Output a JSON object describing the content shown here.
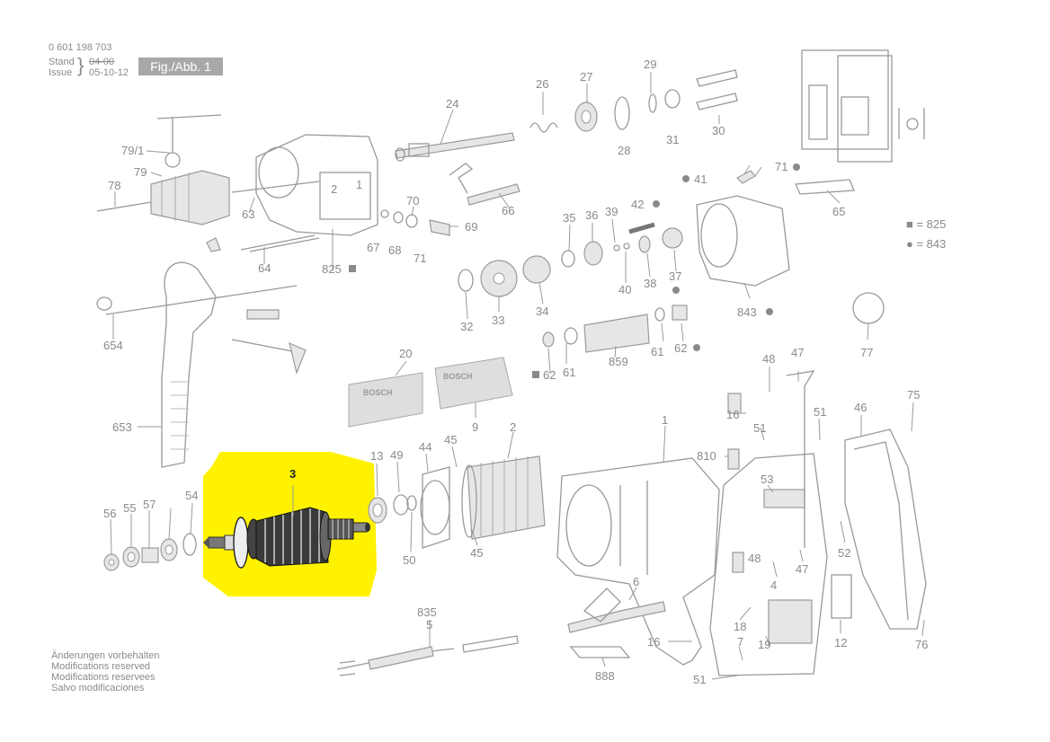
{
  "header": {
    "part_number": "0 601 198 703",
    "stand_label": "Stand",
    "stand_struck": "04-00",
    "issue_label": "Issue",
    "issue_date": "05-10-12",
    "figure_label": "Fig./Abb. 1"
  },
  "legend": {
    "square_entry": "■ = 825",
    "circle_entry": "● = 843"
  },
  "notes": [
    "Änderungen vorbehalten",
    "Modifications reserved",
    "Modifications reservees",
    "Salvo modificaciones"
  ],
  "highlight": {
    "part": "3",
    "color": "#fff200"
  },
  "brand": {
    "nameplate_text": "BOSCH"
  },
  "callouts": {
    "c1": "1",
    "c2": "2",
    "c3": "3",
    "c4": "4",
    "c5": "5",
    "c6": "6",
    "c7": "7",
    "c9": "9",
    "c12": "12",
    "c13": "13",
    "c16a": "16",
    "c16b": "16",
    "c18": "18",
    "c19": "19",
    "c20": "20",
    "c24": "24",
    "c26": "26",
    "c27": "27",
    "c28": "28",
    "c29": "29",
    "c30": "30",
    "c31": "31",
    "c32": "32",
    "c33": "33",
    "c34": "34",
    "c35": "35",
    "c36": "36",
    "c37": "37",
    "c38": "38",
    "c39": "39",
    "c40": "40",
    "c41": "41",
    "c42": "42",
    "c44": "44",
    "c45a": "45",
    "c45b": "45",
    "c46": "46",
    "c47a": "47",
    "c47b": "47",
    "c48a": "48",
    "c48b": "48",
    "c49": "49",
    "c50": "50",
    "c51a": "51",
    "c51b": "51",
    "c51c": "51",
    "c52": "52",
    "c53": "53",
    "c54": "54",
    "c55": "55",
    "c56": "56",
    "c57": "57",
    "c61a": "61",
    "c61b": "61",
    "c62a": "62",
    "c62b": "62",
    "c63": "63",
    "c64": "64",
    "c65": "65",
    "c66": "66",
    "c67": "67",
    "c68": "68",
    "c69": "69",
    "c70": "70",
    "c71a": "71",
    "c71b": "71",
    "c75": "75",
    "c76": "76",
    "c77": "77",
    "c78": "78",
    "c79": "79",
    "c79_1": "79/1",
    "c810": "810",
    "c825": "825",
    "c835": "835",
    "c843": "843",
    "c859": "859",
    "c888": "888",
    "c653": "653",
    "c654": "654"
  }
}
